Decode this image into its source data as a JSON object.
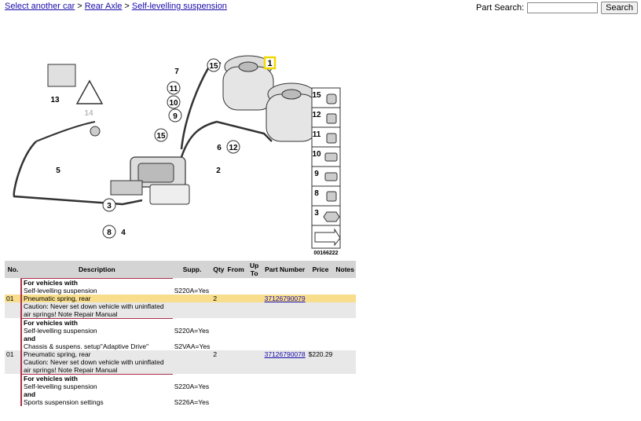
{
  "breadcrumb": {
    "items": [
      "Select another car",
      "Rear Axle",
      "Self-levelling suspension"
    ],
    "separator": ">"
  },
  "search": {
    "label": "Part Search:",
    "value": "",
    "button": "Search"
  },
  "diagram": {
    "callouts": [
      "1",
      "2",
      "3",
      "4",
      "5",
      "6",
      "7",
      "8",
      "9",
      "10",
      "11",
      "12",
      "13",
      "14",
      "15"
    ],
    "side_legend": [
      "15",
      "12",
      "11",
      "10",
      "9",
      "8",
      "3"
    ],
    "image_number": "00166222",
    "highlight_color": "#f2d800"
  },
  "table": {
    "headers": [
      "No.",
      "Description",
      "Supp.",
      "Qty",
      "From",
      "Up To",
      "Part Number",
      "Price",
      "Notes"
    ],
    "rows": [
      {
        "kind": "grp",
        "no": "",
        "desc_bold": "For vehicles with",
        "desc": "Self-levelling suspension",
        "supp": "S220A=Yes",
        "qty": "",
        "from": "",
        "upto": "",
        "part": "",
        "price": "",
        "notes": ""
      },
      {
        "kind": "hl",
        "no": "01",
        "desc_bold": "",
        "desc": "Pneumatic spring, rear",
        "supp": "",
        "qty": "2",
        "from": "",
        "upto": "",
        "part": "37126790079",
        "price": "",
        "notes": ""
      },
      {
        "kind": "sub",
        "no": "",
        "desc_bold": "",
        "desc": "Caution: Never set down vehicle with uninflated air springs! Note Repair Manual",
        "supp": "",
        "qty": "",
        "from": "",
        "upto": "",
        "part": "",
        "price": "",
        "notes": ""
      },
      {
        "kind": "grp",
        "no": "",
        "desc_bold": "For vehicles with",
        "desc": "Self-levelling suspension",
        "supp": "S220A=Yes",
        "qty": "",
        "from": "",
        "upto": "",
        "part": "",
        "price": "",
        "notes": ""
      },
      {
        "kind": "grp2",
        "no": "",
        "desc_bold": "and",
        "desc": "Chassis & suspens. setup\"Adaptive Drive\"",
        "supp": "S2VAA=Yes",
        "qty": "",
        "from": "",
        "upto": "",
        "part": "",
        "price": "",
        "notes": ""
      },
      {
        "kind": "sub",
        "no": "01",
        "desc_bold": "",
        "desc": "Pneumatic spring, rear",
        "supp": "",
        "qty": "2",
        "from": "",
        "upto": "",
        "part": "37126790078",
        "price": "$220.29",
        "notes": ""
      },
      {
        "kind": "sub",
        "no": "",
        "desc_bold": "",
        "desc": "Caution: Never set down vehicle with uninflated air springs! Note Repair Manual",
        "supp": "",
        "qty": "",
        "from": "",
        "upto": "",
        "part": "",
        "price": "",
        "notes": ""
      },
      {
        "kind": "grp",
        "no": "",
        "desc_bold": "For vehicles with",
        "desc": "Self-levelling suspension",
        "supp": "S220A=Yes",
        "qty": "",
        "from": "",
        "upto": "",
        "part": "",
        "price": "",
        "notes": ""
      },
      {
        "kind": "grp2",
        "no": "",
        "desc_bold": "and",
        "desc": "Sports suspension settings",
        "supp": "S226A=Yes",
        "qty": "",
        "from": "",
        "upto": "",
        "part": "",
        "price": "",
        "notes": ""
      }
    ]
  }
}
